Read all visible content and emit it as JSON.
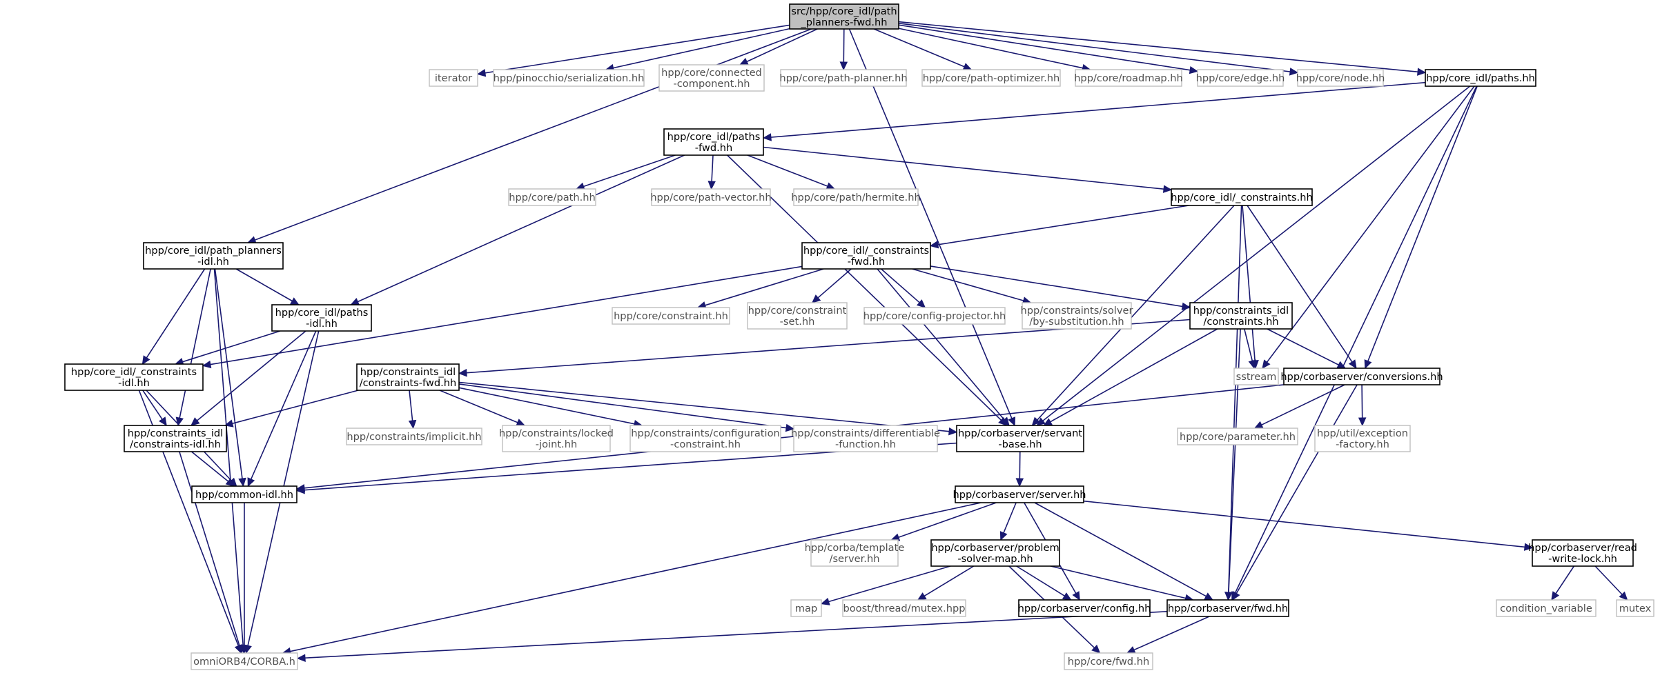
{
  "graph": {
    "colors": {
      "edge": "#191970",
      "root_fill": "#bfbfbf",
      "external_border": "#bfbfbf",
      "internal_border": "#000000"
    },
    "nodes": {
      "root": {
        "lines": [
          "src/hpp/core_idl/path",
          "_planners-fwd.hh"
        ],
        "kind": "root"
      },
      "iterator": {
        "lines": [
          "iterator"
        ],
        "kind": "external"
      },
      "serialization": {
        "lines": [
          "hpp/pinocchio/serialization.hh"
        ],
        "kind": "external"
      },
      "connected": {
        "lines": [
          "hpp/core/connected",
          "-component.hh"
        ],
        "kind": "external"
      },
      "pathplanner": {
        "lines": [
          "hpp/core/path-planner.hh"
        ],
        "kind": "external"
      },
      "pathoptimizer": {
        "lines": [
          "hpp/core/path-optimizer.hh"
        ],
        "kind": "external"
      },
      "roadmap": {
        "lines": [
          "hpp/core/roadmap.hh"
        ],
        "kind": "external"
      },
      "edge": {
        "lines": [
          "hpp/core/edge.hh"
        ],
        "kind": "external"
      },
      "node": {
        "lines": [
          "hpp/core/node.hh"
        ],
        "kind": "external"
      },
      "pathsidl": {
        "lines": [
          "hpp/core_idl/paths.hh"
        ],
        "kind": "internal"
      },
      "pathsfwd": {
        "lines": [
          "hpp/core_idl/paths",
          "-fwd.hh"
        ],
        "kind": "internal"
      },
      "corepath": {
        "lines": [
          "hpp/core/path.hh"
        ],
        "kind": "external"
      },
      "pathvector": {
        "lines": [
          "hpp/core/path-vector.hh"
        ],
        "kind": "external"
      },
      "hermite": {
        "lines": [
          "hpp/core/path/hermite.hh"
        ],
        "kind": "external"
      },
      "constraintshh": {
        "lines": [
          "hpp/core_idl/_constraints.hh"
        ],
        "kind": "internal"
      },
      "ppidl": {
        "lines": [
          "hpp/core_idl/path_planners",
          "-idl.hh"
        ],
        "kind": "internal"
      },
      "constrfwd": {
        "lines": [
          "hpp/core_idl/_constraints",
          "-fwd.hh"
        ],
        "kind": "internal"
      },
      "pathsidlhh": {
        "lines": [
          "hpp/core_idl/paths",
          "-idl.hh"
        ],
        "kind": "internal"
      },
      "coreconstraint": {
        "lines": [
          "hpp/core/constraint.hh"
        ],
        "kind": "external"
      },
      "constraintset": {
        "lines": [
          "hpp/core/constraint",
          "-set.hh"
        ],
        "kind": "external"
      },
      "configproj": {
        "lines": [
          "hpp/core/config-projector.hh"
        ],
        "kind": "external"
      },
      "solver": {
        "lines": [
          "hpp/constraints/solver",
          "/by-substitution.hh"
        ],
        "kind": "external"
      },
      "cidlconstraints": {
        "lines": [
          "hpp/constraints_idl",
          "/constraints.hh"
        ],
        "kind": "internal"
      },
      "coreconstridl": {
        "lines": [
          "hpp/core_idl/_constraints",
          "-idl.hh"
        ],
        "kind": "internal"
      },
      "cidlfwd": {
        "lines": [
          "hpp/constraints_idl",
          "/constraints-fwd.hh"
        ],
        "kind": "internal"
      },
      "sstream": {
        "lines": [
          "sstream"
        ],
        "kind": "external"
      },
      "conversions": {
        "lines": [
          "hpp/corbaserver/conversions.hh"
        ],
        "kind": "internal"
      },
      "cidlidl": {
        "lines": [
          "hpp/constraints_idl",
          "/constraints-idl.hh"
        ],
        "kind": "internal"
      },
      "implicit": {
        "lines": [
          "hpp/constraints/implicit.hh"
        ],
        "kind": "external"
      },
      "locked": {
        "lines": [
          "hpp/constraints/locked",
          "-joint.hh"
        ],
        "kind": "external"
      },
      "configuration": {
        "lines": [
          "hpp/constraints/configuration",
          "-constraint.hh"
        ],
        "kind": "external"
      },
      "differentiable": {
        "lines": [
          "hpp/constraints/differentiable",
          "-function.hh"
        ],
        "kind": "external"
      },
      "servantbase": {
        "lines": [
          "hpp/corbaserver/servant",
          "-base.hh"
        ],
        "kind": "internal"
      },
      "parameter": {
        "lines": [
          "hpp/core/parameter.hh"
        ],
        "kind": "external"
      },
      "exception": {
        "lines": [
          "hpp/util/exception",
          "-factory.hh"
        ],
        "kind": "external"
      },
      "commonidl": {
        "lines": [
          "hpp/common-idl.hh"
        ],
        "kind": "internal"
      },
      "server": {
        "lines": [
          "hpp/corbaserver/server.hh"
        ],
        "kind": "internal"
      },
      "template": {
        "lines": [
          "hpp/corba/template",
          "/server.hh"
        ],
        "kind": "external"
      },
      "problemsolver": {
        "lines": [
          "hpp/corbaserver/problem",
          "-solver-map.hh"
        ],
        "kind": "internal"
      },
      "readwrite": {
        "lines": [
          "hpp/corbaserver/read",
          "-write-lock.hh"
        ],
        "kind": "internal"
      },
      "map": {
        "lines": [
          "map"
        ],
        "kind": "external"
      },
      "mutexhpp": {
        "lines": [
          "boost/thread/mutex.hpp"
        ],
        "kind": "external"
      },
      "config": {
        "lines": [
          "hpp/corbaserver/config.hh"
        ],
        "kind": "internal"
      },
      "fwd": {
        "lines": [
          "hpp/corbaserver/fwd.hh"
        ],
        "kind": "internal"
      },
      "condvar": {
        "lines": [
          "condition_variable"
        ],
        "kind": "external"
      },
      "mutex": {
        "lines": [
          "mutex"
        ],
        "kind": "external"
      },
      "corba": {
        "lines": [
          "omniORB4/CORBA.h"
        ],
        "kind": "external"
      },
      "corefwd": {
        "lines": [
          "hpp/core/fwd.hh"
        ],
        "kind": "external"
      }
    },
    "edges": [
      [
        "root",
        "iterator"
      ],
      [
        "root",
        "serialization"
      ],
      [
        "root",
        "connected"
      ],
      [
        "root",
        "pathplanner"
      ],
      [
        "root",
        "pathoptimizer"
      ],
      [
        "root",
        "roadmap"
      ],
      [
        "root",
        "edge"
      ],
      [
        "root",
        "node"
      ],
      [
        "root",
        "pathsidl"
      ],
      [
        "root",
        "ppidl"
      ],
      [
        "root",
        "servantbase"
      ],
      [
        "pathsidl",
        "pathsfwd"
      ],
      [
        "pathsidl",
        "sstream"
      ],
      [
        "pathsidl",
        "conversions"
      ],
      [
        "pathsidl",
        "fwd"
      ],
      [
        "pathsidl",
        "servantbase"
      ],
      [
        "pathsfwd",
        "corepath"
      ],
      [
        "pathsfwd",
        "pathvector"
      ],
      [
        "pathsfwd",
        "hermite"
      ],
      [
        "pathsfwd",
        "constraintshh"
      ],
      [
        "pathsfwd",
        "pathsidlhh"
      ],
      [
        "pathsfwd",
        "servantbase"
      ],
      [
        "constraintshh",
        "constrfwd"
      ],
      [
        "constraintshh",
        "sstream"
      ],
      [
        "constraintshh",
        "conversions"
      ],
      [
        "constraintshh",
        "fwd"
      ],
      [
        "constraintshh",
        "servantbase"
      ],
      [
        "ppidl",
        "pathsidlhh"
      ],
      [
        "ppidl",
        "coreconstridl"
      ],
      [
        "ppidl",
        "cidlidl"
      ],
      [
        "ppidl",
        "commonidl"
      ],
      [
        "ppidl",
        "corba"
      ],
      [
        "constrfwd",
        "coreconstraint"
      ],
      [
        "constrfwd",
        "constraintset"
      ],
      [
        "constrfwd",
        "configproj"
      ],
      [
        "constrfwd",
        "solver"
      ],
      [
        "constrfwd",
        "cidlconstraints"
      ],
      [
        "constrfwd",
        "coreconstridl"
      ],
      [
        "constrfwd",
        "servantbase"
      ],
      [
        "pathsidlhh",
        "coreconstridl"
      ],
      [
        "pathsidlhh",
        "cidlidl"
      ],
      [
        "pathsidlhh",
        "commonidl"
      ],
      [
        "pathsidlhh",
        "corba"
      ],
      [
        "cidlconstraints",
        "cidlfwd"
      ],
      [
        "cidlconstraints",
        "sstream"
      ],
      [
        "cidlconstraints",
        "conversions"
      ],
      [
        "cidlconstraints",
        "servantbase"
      ],
      [
        "cidlconstraints",
        "fwd"
      ],
      [
        "coreconstridl",
        "cidlidl"
      ],
      [
        "coreconstridl",
        "commonidl"
      ],
      [
        "coreconstridl",
        "corba"
      ],
      [
        "cidlfwd",
        "cidlidl"
      ],
      [
        "cidlfwd",
        "implicit"
      ],
      [
        "cidlfwd",
        "locked"
      ],
      [
        "cidlfwd",
        "configuration"
      ],
      [
        "cidlfwd",
        "differentiable"
      ],
      [
        "cidlfwd",
        "servantbase"
      ],
      [
        "cidlidl",
        "commonidl"
      ],
      [
        "cidlidl",
        "corba"
      ],
      [
        "conversions",
        "parameter"
      ],
      [
        "conversions",
        "exception"
      ],
      [
        "conversions",
        "commonidl"
      ],
      [
        "conversions",
        "fwd"
      ],
      [
        "servantbase",
        "commonidl"
      ],
      [
        "servantbase",
        "server"
      ],
      [
        "commonidl",
        "corba"
      ],
      [
        "server",
        "template"
      ],
      [
        "server",
        "problemsolver"
      ],
      [
        "server",
        "readwrite"
      ],
      [
        "server",
        "config"
      ],
      [
        "server",
        "fwd"
      ],
      [
        "server",
        "corba"
      ],
      [
        "problemsolver",
        "map"
      ],
      [
        "problemsolver",
        "mutexhpp"
      ],
      [
        "problemsolver",
        "config"
      ],
      [
        "problemsolver",
        "fwd"
      ],
      [
        "problemsolver",
        "corefwd"
      ],
      [
        "readwrite",
        "condvar"
      ],
      [
        "readwrite",
        "mutex"
      ],
      [
        "fwd",
        "corba"
      ],
      [
        "fwd",
        "corefwd"
      ]
    ]
  }
}
